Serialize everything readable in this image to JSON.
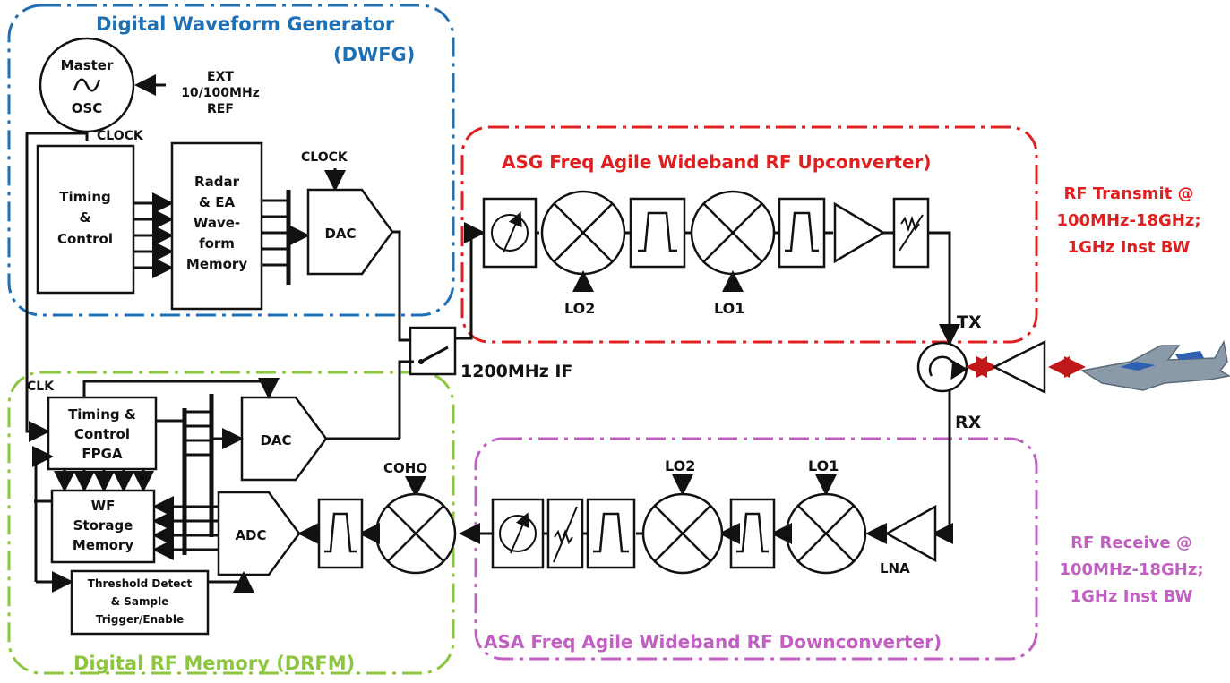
{
  "dwfg": {
    "title_line1": "Digital Waveform Generator",
    "title_line2": "(DWFG)",
    "color": "#1f6fb5"
  },
  "asg": {
    "title": "ASG Freq Agile Wideband RF Upconverter)",
    "color": "#e02020"
  },
  "drfm": {
    "title": "Digital RF Memory (DRFM)",
    "color": "#8cc63f"
  },
  "asa": {
    "title": "ASA Freq Agile Wideband RF Downconverter)",
    "color": "#c060c0"
  },
  "osc": {
    "line1": "Master",
    "line2": "OSC"
  },
  "ext_ref": {
    "line1": "EXT",
    "line2": "10/100MHz",
    "line3": "REF"
  },
  "clock_labels": {
    "clock1": "CLOCK",
    "clock2": "CLOCK",
    "clk": "CLK"
  },
  "timing_control": {
    "line1": "Timing",
    "line2": "&",
    "line3": "Control"
  },
  "waveform_memory": {
    "line1": "Radar",
    "line2": "& EA",
    "line3": "Wave-",
    "line4": "form",
    "line5": "Memory"
  },
  "dac_top": "DAC",
  "dac_bottom": "DAC",
  "adc": "ADC",
  "timing_fpga": {
    "line1": "Timing &",
    "line2": "Control",
    "line3": "FPGA"
  },
  "wf_storage": {
    "line1": "WF",
    "line2": "Storage",
    "line3": "Memory"
  },
  "threshold": {
    "line1": "Threshold Detect",
    "line2": "& Sample",
    "line3": "Trigger/Enable"
  },
  "if_label": "1200MHz IF",
  "lo_labels": {
    "up_lo2": "LO2",
    "up_lo1": "LO1",
    "down_lo2": "LO2",
    "down_lo1": "LO1"
  },
  "coho": "COHO",
  "lna": "LNA",
  "tx": "TX",
  "rx": "RX",
  "rf_transmit": {
    "line1": "RF Transmit @",
    "line2": "100MHz-18GHz;",
    "line3": "1GHz Inst BW"
  },
  "rf_receive": {
    "line1": "RF Receive @",
    "line2": "100MHz-18GHz;",
    "line3": "1GHz Inst BW"
  },
  "icons": [
    "aircraft-icon",
    "circulator-icon",
    "mixer-icon",
    "filter-icon",
    "attenuator-icon",
    "amplifier-icon",
    "switch-icon"
  ]
}
